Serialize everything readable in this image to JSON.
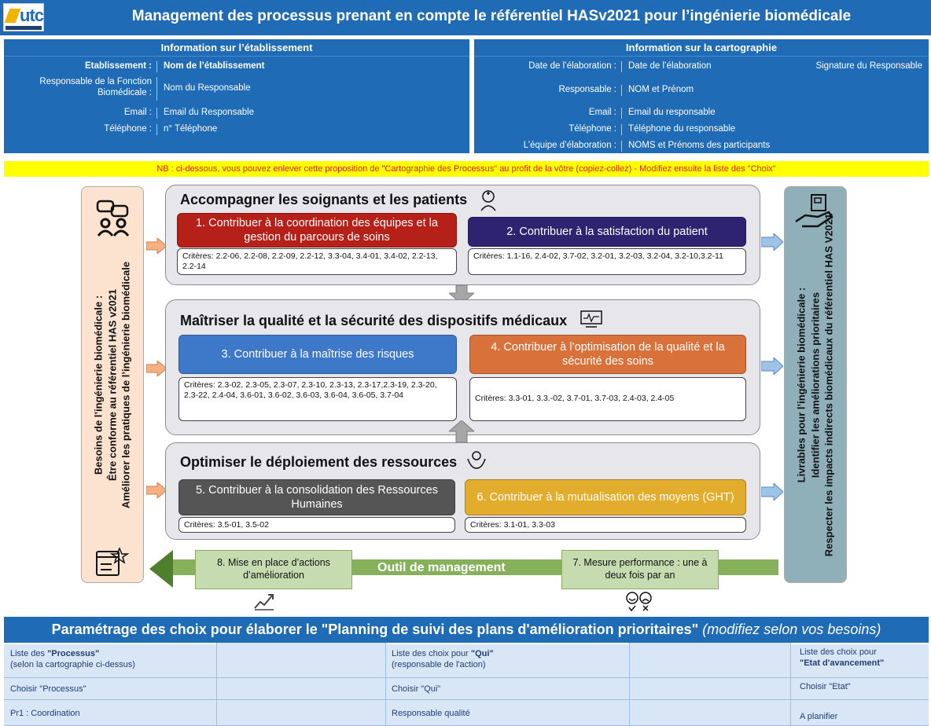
{
  "header": {
    "logo_text": "utc",
    "title": "Management des processus prenant en compte le référentiel HASv2021 pour l’ingénierie biomédicale"
  },
  "etablissement": {
    "heading": "Information sur l’établissement",
    "rows": [
      {
        "label": "Etablissement :",
        "value": "Nom de l’établissement"
      },
      {
        "label": "Responsable de la Fonction Biomédicale :",
        "value": "Nom du Responsable"
      },
      {
        "label": "Email :",
        "value": "Email du Responsable"
      },
      {
        "label": "Téléphone :",
        "value": "n° Téléphone"
      }
    ]
  },
  "cartographie": {
    "heading": "Information sur la cartographie",
    "rows": [
      {
        "label": "Date de l’élaboration :",
        "value": "Date de l’élaboration"
      },
      {
        "label": "Responsable :",
        "value": "NOM et Prénom"
      },
      {
        "label": "Email :",
        "value": "Email du responsable"
      },
      {
        "label": "Téléphone :",
        "value": "Téléphone du responsable"
      },
      {
        "label": "L’équipe d’élaboration :",
        "value": "NOMS et Prénoms des participants"
      }
    ],
    "signature": "Signature du Responsable"
  },
  "nb_text": "NB : ci-dessous, vous pouvez enlever cette proposition de \"Cartographie des Processus\" au profit de la vôtre (copiez-collez) - Modifiez ensuite la liste des \"Choix\"",
  "left_sidebar": {
    "line1": "Besoins de l’ingénierie biomédicale :",
    "line2": "Être conforme au référentiel HAS v2021",
    "line3": "Améliorer les pratiques de l’ingénierie biomédicale"
  },
  "right_sidebar": {
    "line1": "Livrables pour l’ingénierie biomédicale :",
    "line2": "Identifier les améliorations prioritaires",
    "line3": "Respecter les impacts indirects biomédicaux du référentiel HAS V2021"
  },
  "bands": [
    {
      "title": "Accompagner les soignants et les patients",
      "cards": [
        {
          "label": "1. Contribuer à la coordination des équipes et la gestion du parcours de soins",
          "color": "#b52018",
          "criteria": "Critères: 2.2-06, 2.2-08, 2.2-09, 2.2-12, 3.3-04, 3.4-01, 3.4-02, 2.2-13, 2.2-14"
        },
        {
          "label": "2. Contribuer à la satisfaction du patient",
          "color": "#2d2370",
          "criteria": "Critères:  1.1-16,  2.4-02, 3.7-02, 3.2-01, 3.2-03, 3.2-04, 3.2-10,3.2-11"
        }
      ]
    },
    {
      "title": "Maîtriser la qualité et la sécurité des dispositifs médicaux",
      "cards": [
        {
          "label": "3. Contribuer à la maîtrise des risques",
          "color": "#3e78c8",
          "criteria": "Critères: 2.3-02, 2.3-05, 2.3-07, 2.3-10, 2.3-13, 2.3-17,2.3-19,  2.3-20, 2.3-22, 2.4-04, 3.6-01, 3.6-02, 3.6-03, 3.6-04, 3.6-05, 3.7-04"
        },
        {
          "label": "4. Contribuer à l’optimisation de la qualité et la sécurité des soins",
          "color": "#d9713a",
          "criteria": "Critères: 3.3-01, 3.3.-02, 3.7-01, 3.7-03, 2.4-03, 2.4-05"
        }
      ]
    },
    {
      "title": "Optimiser le déploiement des ressources",
      "cards": [
        {
          "label": "5. Contribuer à la consolidation des Ressources Humaines",
          "color": "#555555",
          "criteria": "Critères: 3.5-01, 3.5-02"
        },
        {
          "label": "6. Contribuer à la mutualisation des moyens (GHT)",
          "color": "#e2ac2c",
          "criteria": "Critères: 3.1-01, 3.3-03"
        }
      ]
    }
  ],
  "bottom": {
    "box8": "8. Mise en place d’actions d’amélioration",
    "outil": "Outil de management",
    "box7": "7. Mesure performance : une à deux fois par an"
  },
  "params": {
    "title": "Paramétrage des choix pour élaborer le \"Planning de suivi des plans d'amélioration prioritaires\"",
    "title_italic": "(modifiez selon vos besoins)",
    "col1": {
      "head_pre": "Liste des ",
      "head_bold": "\"Processus\"",
      "head_sub": "(selon la cartographie ci-dessus)",
      "items": [
        "Choisir \"Processus\"",
        "Pr1 : Coordination"
      ]
    },
    "col2": {
      "head_pre": "Liste des choix pour ",
      "head_bold": "\"Qui\"",
      "head_sub": "(responsable de l'action)",
      "items": [
        "Choisir \"Qui\"",
        "Responsable qualité"
      ]
    },
    "col3": {
      "head_pre": "Liste des choix pour",
      "head_bold": "\"Etat d'avancement\"",
      "items": [
        "Choisir \"Etat\"",
        "A planifier"
      ]
    }
  }
}
